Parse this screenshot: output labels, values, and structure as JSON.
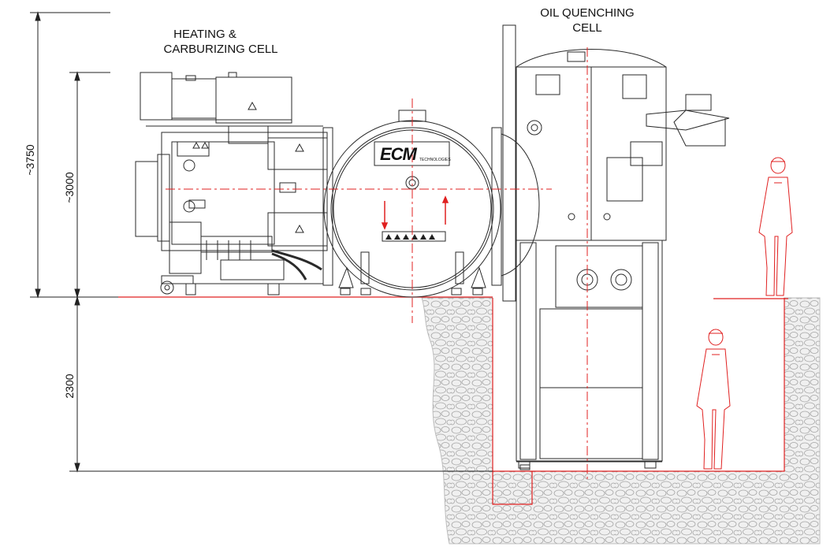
{
  "labels": {
    "heating_line1": "HEATING &",
    "heating_line2": "CARBURIZING CELL",
    "oil_line1": "OIL QUENCHING",
    "oil_line2": "CELL"
  },
  "dimensions": {
    "total_height": "~3750",
    "furnace_height": "~3000",
    "pit_depth": "2300"
  },
  "logo": {
    "brand": "ECM",
    "sub": "TECHNOLOGIES"
  },
  "colors": {
    "line": "#2a2a2a",
    "red": "#e02020",
    "ground_fill": "#f2f2f2",
    "stone": "#9a9a9a"
  }
}
